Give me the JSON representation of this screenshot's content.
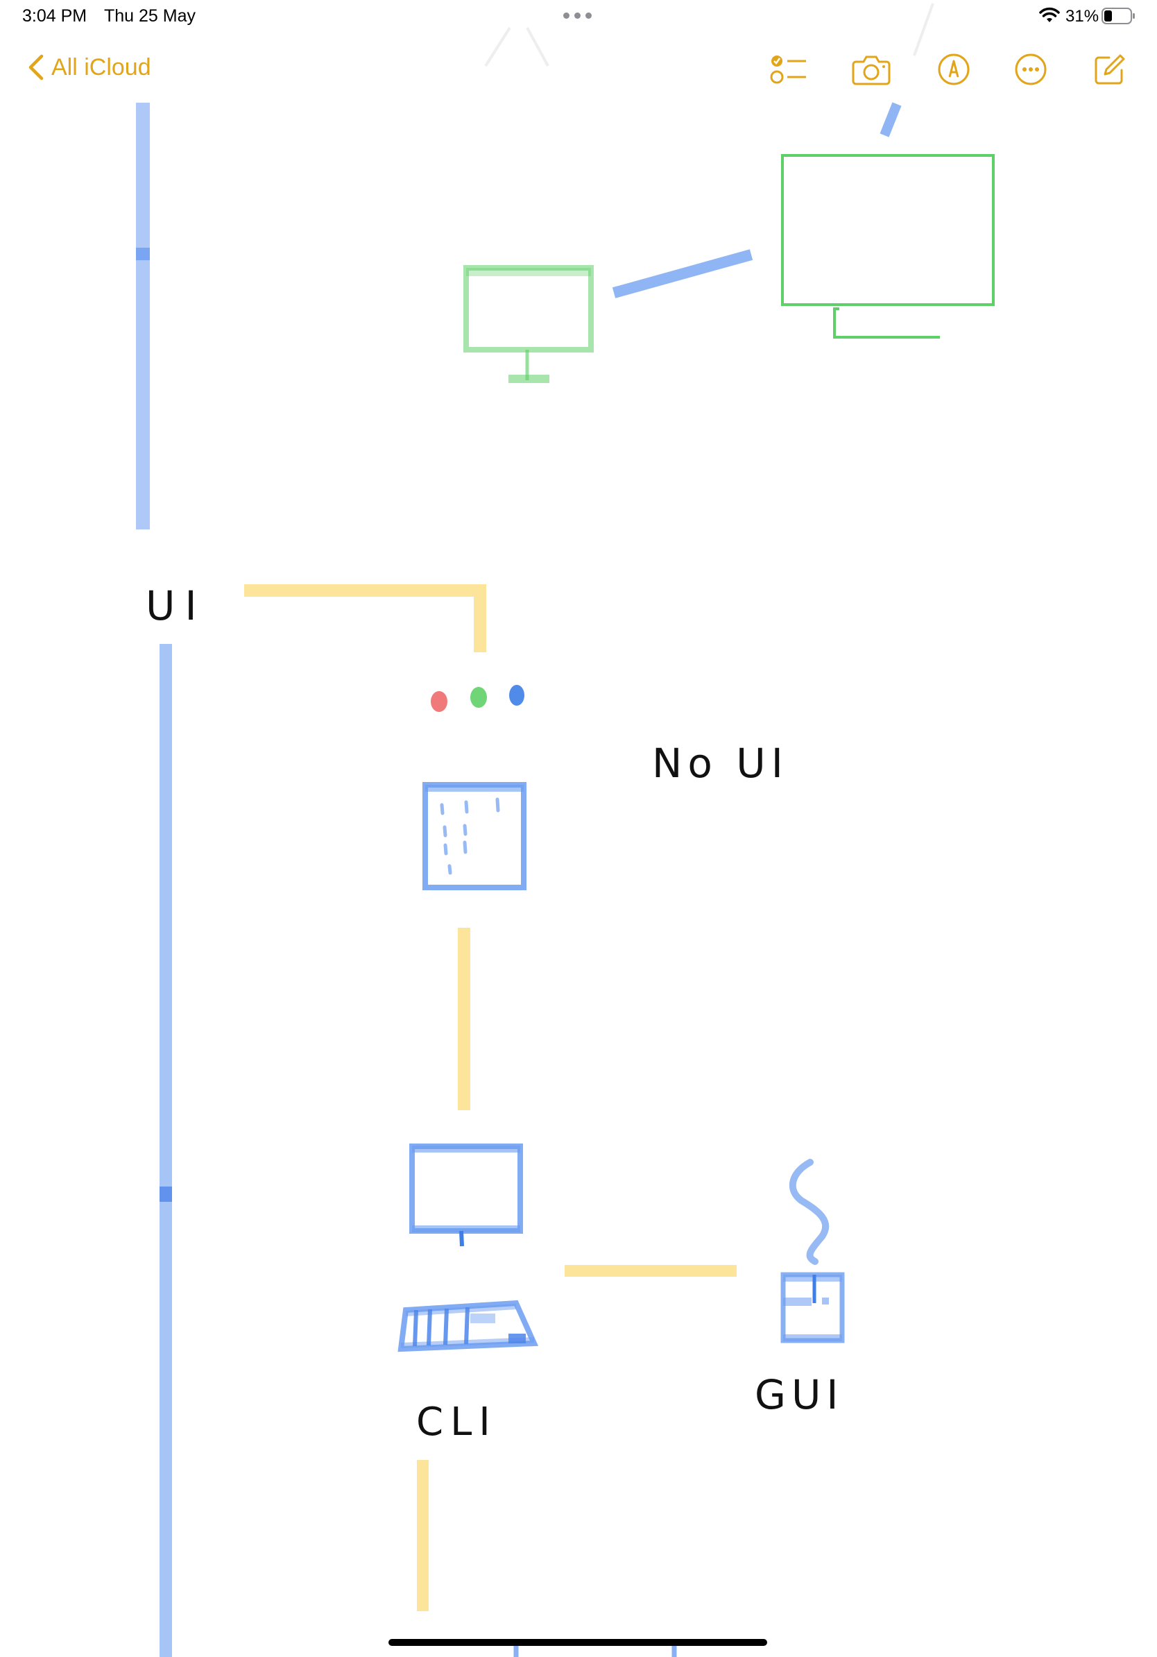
{
  "status_bar": {
    "time": "3:04 PM",
    "date": "Thu 25 May",
    "battery_percent": "31%",
    "battery_level": 0.31,
    "wifi_icon": "wifi-icon",
    "battery_icon": "battery-icon"
  },
  "nav": {
    "back_label": "All iCloud",
    "back_icon": "chevron-left-icon",
    "accent_color": "#e2a51a",
    "tools": [
      {
        "name": "checklist-button",
        "icon": "checklist-icon"
      },
      {
        "name": "camera-button",
        "icon": "camera-icon"
      },
      {
        "name": "markup-button",
        "icon": "pen-circle-icon"
      },
      {
        "name": "more-button",
        "icon": "ellipsis-circle-icon"
      },
      {
        "name": "compose-button",
        "icon": "compose-icon"
      }
    ]
  },
  "sketch": {
    "labels": {
      "ui": "UI",
      "no_ui": "No UI",
      "cli": "CLI",
      "gui": "GUI"
    },
    "colors": {
      "blue": "#6b9cf0",
      "green": "#5fd068",
      "yellow": "#fbe089",
      "red": "#ee6b6b",
      "ink": "#111111"
    }
  }
}
